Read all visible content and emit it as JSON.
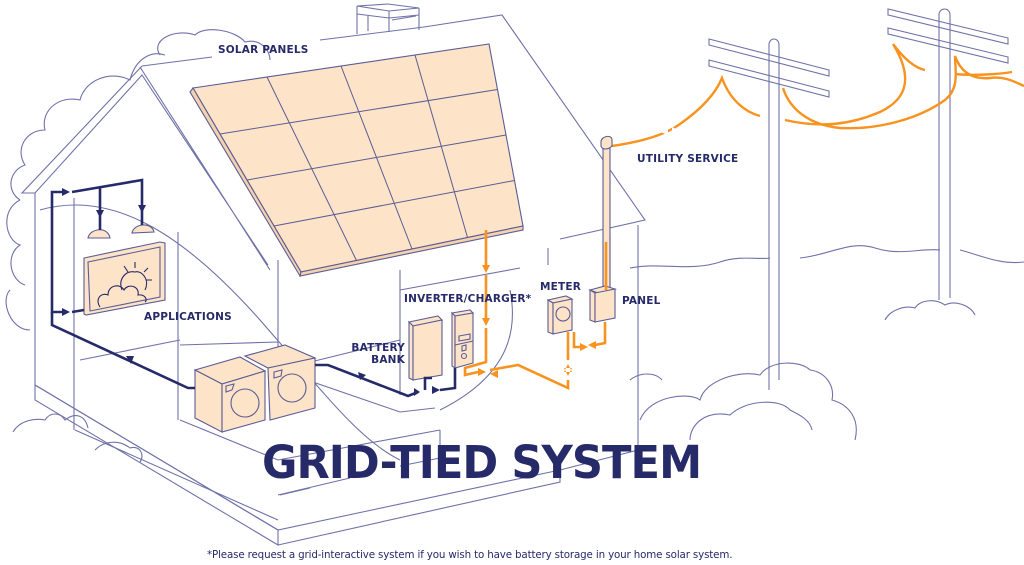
{
  "title": "GRID-TIED SYSTEM",
  "labels": {
    "solar_panels": "SOLAR PANELS",
    "utility_service": "UTILITY SERVICE",
    "inverter_charger": "INVERTER/CHARGER*",
    "meter": "METER",
    "panel": "PANEL",
    "battery_bank_line1": "BATTERY",
    "battery_bank_line2": "BANK",
    "applications": "APPLICATIONS"
  },
  "footnote": "*Please request a grid-interactive system if you wish to have battery storage in your home solar system.",
  "colors": {
    "navy": "#262a69",
    "orange": "#f7931e",
    "panel_fill": "#fde3c8",
    "outline": "#6f72a8"
  },
  "solar_array": {
    "rows": 4,
    "columns": 4
  },
  "flows": [
    {
      "from": "solar-panels",
      "to": "inverter-charger",
      "color": "orange"
    },
    {
      "from": "inverter-charger",
      "to": "battery-bank",
      "color": "navy"
    },
    {
      "from": "inverter-charger",
      "to": "meter",
      "color": "orange",
      "bidirectional": true
    },
    {
      "from": "meter",
      "to": "panel",
      "color": "orange",
      "bidirectional": true
    },
    {
      "from": "panel",
      "to": "utility-service",
      "color": "orange",
      "bidirectional": true
    },
    {
      "from": "battery-bank",
      "to": "applications",
      "color": "navy"
    }
  ]
}
